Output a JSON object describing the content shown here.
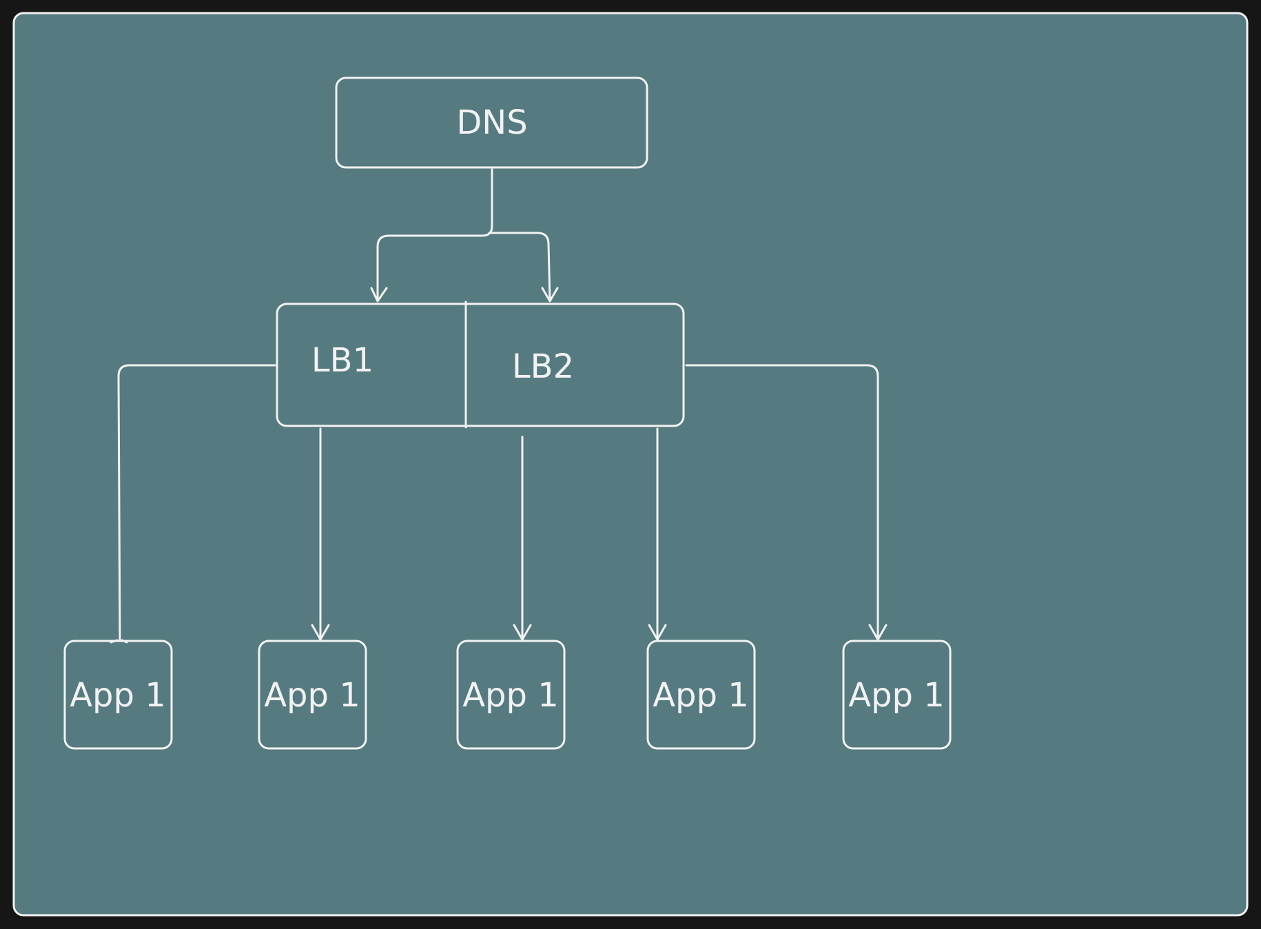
{
  "colors": {
    "page_background": "#161616",
    "canvas_background": "#557a80",
    "stroke": "#f2f2f2",
    "text": "#f2f2f2"
  },
  "nodes": {
    "dns": {
      "label": "DNS"
    },
    "lb1": {
      "label": "LB1"
    },
    "lb2": {
      "label": "LB2"
    },
    "apps": [
      {
        "label": "App 1"
      },
      {
        "label": "App 1"
      },
      {
        "label": "App 1"
      },
      {
        "label": "App 1"
      },
      {
        "label": "App 1"
      }
    ]
  },
  "edges": [
    {
      "from": "DNS",
      "to": "LB1"
    },
    {
      "from": "DNS",
      "to": "LB2"
    },
    {
      "from": "LB1",
      "to": "App 1 (1)"
    },
    {
      "from": "LB1",
      "to": "App 1 (2)"
    },
    {
      "from": "LB2",
      "to": "App 1 (3)"
    },
    {
      "from": "LB2",
      "to": "App 1 (4)"
    },
    {
      "from": "LB2",
      "to": "App 1 (5)"
    }
  ]
}
